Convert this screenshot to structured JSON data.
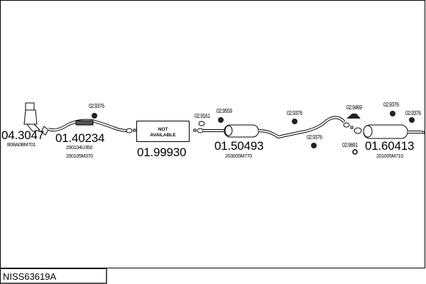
{
  "diagram_code": "NISS63619A",
  "parts": [
    {
      "number": "04.3047",
      "refs": [
        "B08A0BM701"
      ]
    },
    {
      "number": "01.40234",
      "refs": [
        "200104U350",
        "200105M370"
      ]
    },
    {
      "number": "01.99930",
      "status_line1": "NOT",
      "status_line2": "AVAILABLE"
    },
    {
      "number": "01.50493",
      "refs": [
        "203005M770"
      ]
    },
    {
      "number": "01.60413",
      "refs": [
        "201005M710"
      ]
    }
  ],
  "accessories": [
    "02.9376",
    "02.9161",
    "02.9559",
    "02.9376",
    "02.9376",
    "02.9469",
    "02.9376",
    "02.9376",
    "02.9691"
  ]
}
